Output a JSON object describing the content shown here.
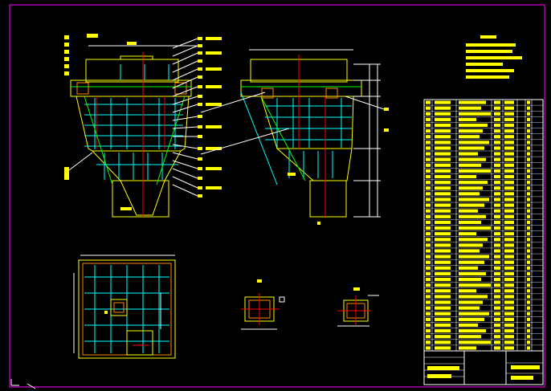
{
  "drawing": {
    "background": "#000000",
    "colors": {
      "frame": "#ff00ff",
      "outline": "#ffff00",
      "grid": "#00ffff",
      "center": "#ff0000",
      "leader": "#ffffff",
      "hatch": "#00ff00",
      "bracket": "#ff8800",
      "table_line": "#ffffff",
      "table_fill": "#ffff00"
    },
    "views": [
      "front-elevation",
      "side-elevation",
      "plan-view",
      "detail-a",
      "detail-b"
    ],
    "bom_rows": 44,
    "notes_lines": 6
  }
}
